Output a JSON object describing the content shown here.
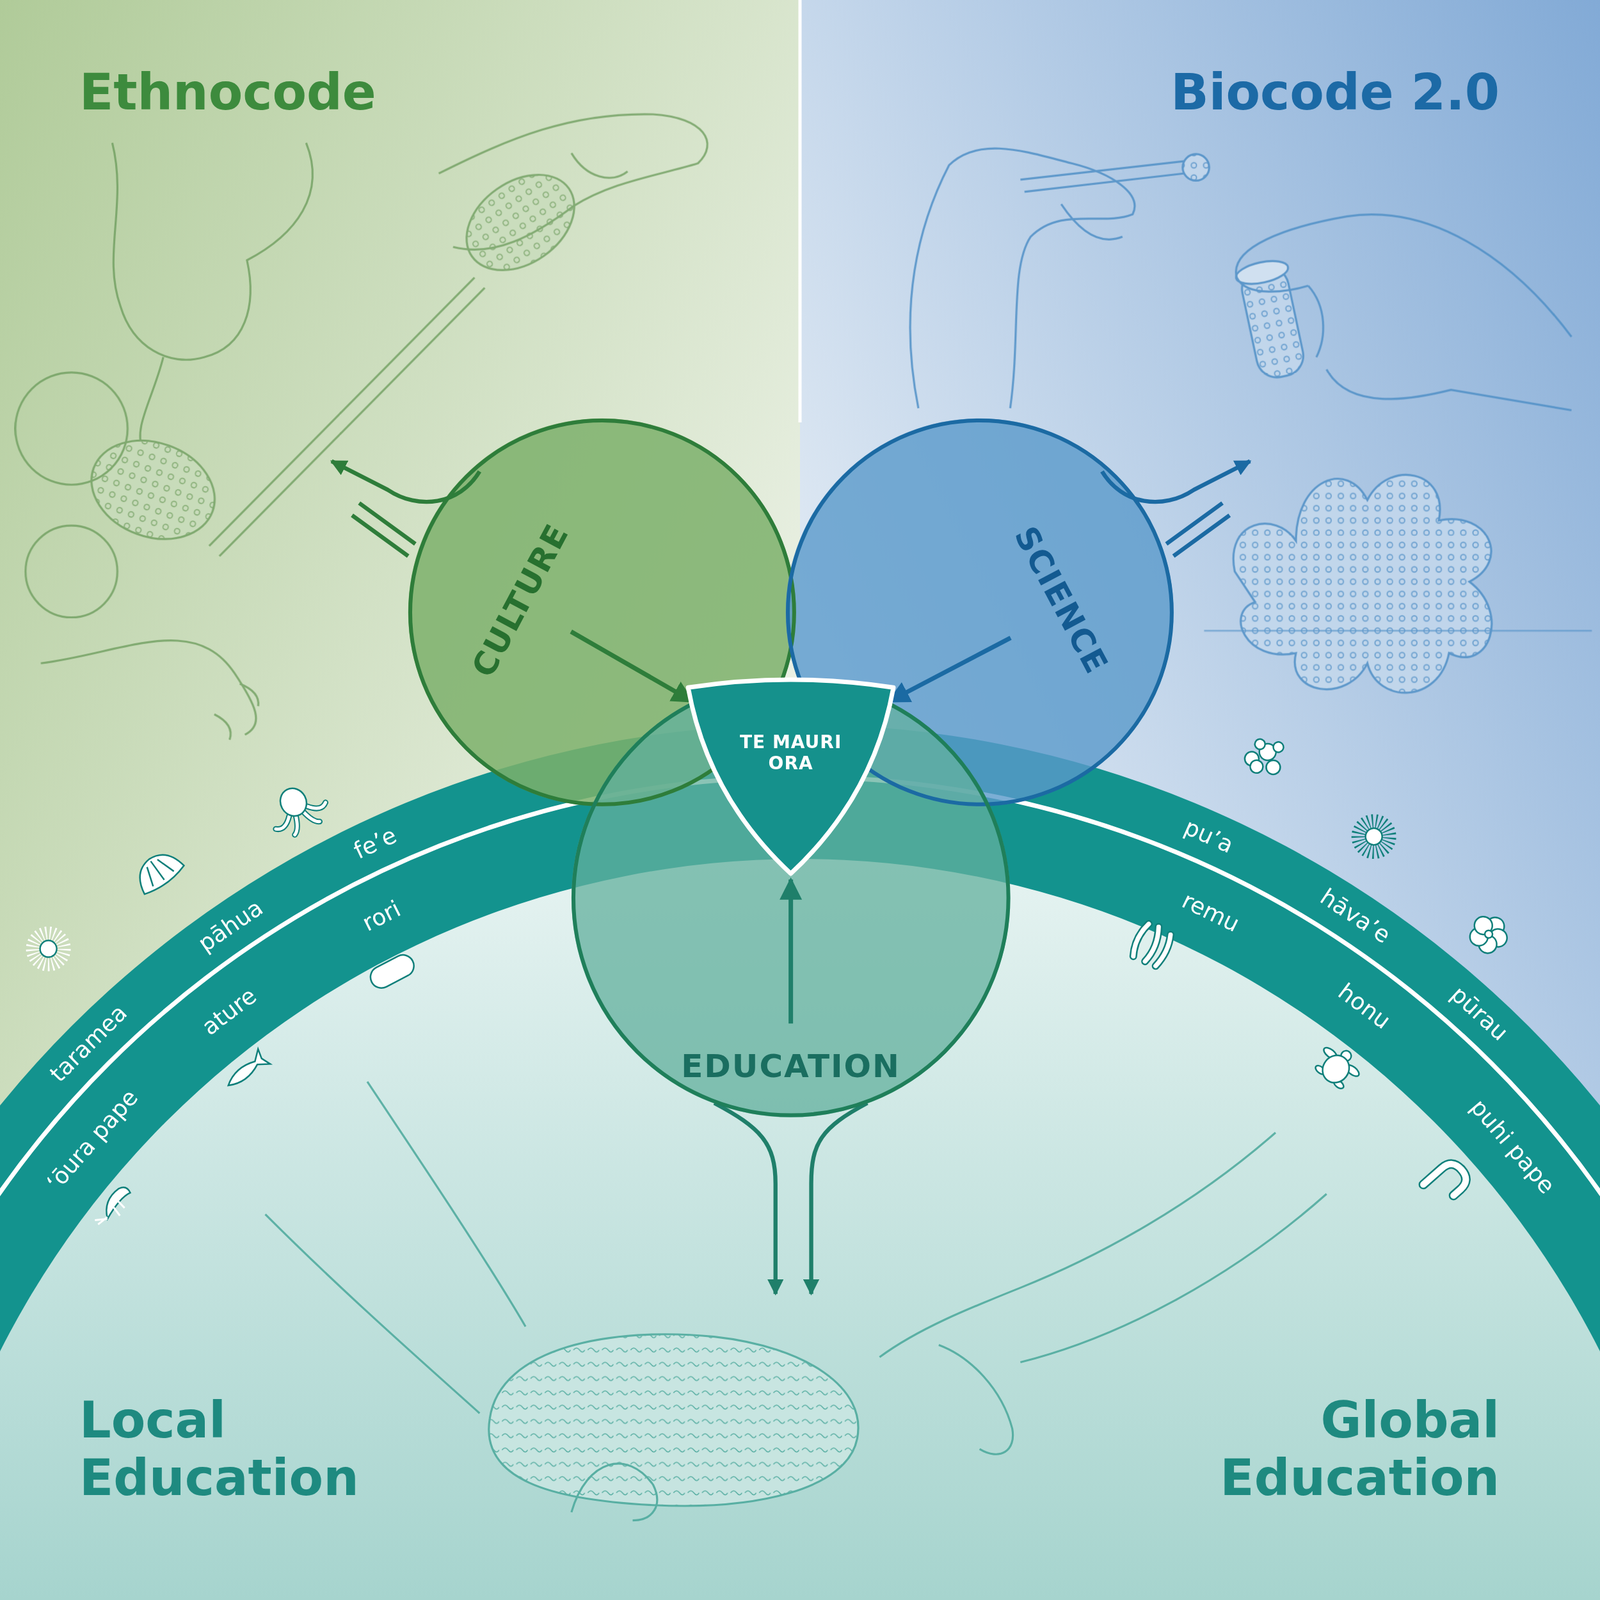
{
  "diagram": {
    "nodes": [
      {
        "text": [
          "CULTURE"
        ]
      },
      {
        "text": [
          "SCIENCE"
        ]
      },
      {
        "text": [
          "EDUCATION"
        ]
      },
      {
        "text": [
          "TE MAURI ORA"
        ]
      }
    ],
    "edges": [
      {
        "from": 0,
        "to": 3,
        "arrow": "to"
      },
      {
        "from": 1,
        "to": 3,
        "arrow": "to"
      },
      {
        "from": 2,
        "to": 3,
        "arrow": "to"
      }
    ],
    "labels": [
      "Ethnocode",
      "Biocode 2.0",
      "Local Education",
      "Global Education",
      "taramea",
      "pāhua",
      "fe’e",
      "‘ōura pape",
      "ature",
      "rori",
      "pu’a",
      "hāva’e",
      "pūrau",
      "remu",
      "honu",
      "puhi pape"
    ]
  }
}
